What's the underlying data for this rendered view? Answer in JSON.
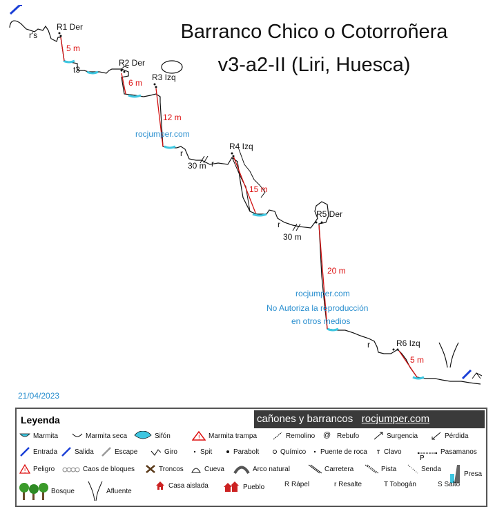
{
  "title_line1": "Barranco Chico o Cotorroñera",
  "title_line2": "v3-a2-II (Liri, Huesca)",
  "labels": {
    "rs": "r's",
    "r1": "R1 Der",
    "m5": "5 m",
    "t3": "t3",
    "r2": "R2 Der",
    "r3": "R3 Izq",
    "m6": "6 m",
    "m12": "12 m",
    "wm1": "rocjumper.com",
    "r_a": "r",
    "m30a": "30 m",
    "r_b": "r",
    "r4": "R4 Izq",
    "m15": "15 m",
    "r_c": "r",
    "r5": "R5 Der",
    "m30b": "30 m",
    "m20": "20 m",
    "wm2": "rocjumper.com",
    "wm3": "No Autoriza la reproducción",
    "wm4": "en otros medios",
    "r_d": "r",
    "r6": "R6 Izq",
    "m5b": "5 m"
  },
  "date": "21/04/2023",
  "legend": {
    "title": "Leyenda",
    "banner_left": "cañones y barrancos",
    "banner_right": "rocjumper.com",
    "row1": [
      "Marmita",
      "Marmita seca",
      "Sifón",
      "Marmita trampa",
      "Remolino",
      "Rebufo",
      "Surgencia",
      "Pérdida"
    ],
    "row2": [
      "Entrada",
      "Salida",
      "Escape",
      "Giro",
      "Spit",
      "Parabolt",
      "Químico",
      "Puente de roca",
      "Clavo",
      "Pasamanos"
    ],
    "pasamanos_p": "P",
    "row3": [
      "Peligro",
      "Caos de bloques",
      "Troncos",
      "Cueva",
      "Arco natural",
      "Carretera",
      "Pista",
      "Senda",
      "Presa"
    ],
    "row4": [
      "Bosque",
      "Afluente",
      "Casa aislada",
      "Pueblo",
      "R Rápel",
      "r Resalte",
      "T Tobogán",
      "S Salto"
    ]
  },
  "colors": {
    "water": "#3ec6e0",
    "rappel": "#d11111",
    "watermark": "#2a8fcf",
    "arrow": "#1a3fd6"
  }
}
